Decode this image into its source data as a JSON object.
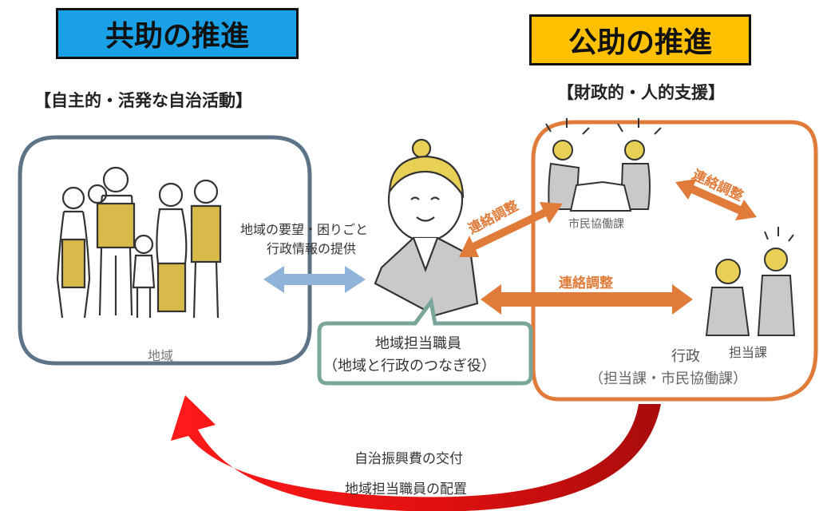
{
  "left_panel": {
    "heading": "共助の推進",
    "subheading": "【自主的・活発な自治活動】",
    "region_label": "地域"
  },
  "right_panel": {
    "heading": "公助の推進",
    "subheading": "【財政的・人的支援】",
    "dept_label_top": "市民協働課",
    "dept_label_person": "担当課",
    "gov_label": "行政",
    "gov_detail": "（担当課・市民協働課）"
  },
  "center": {
    "flow_text_1": "地域の要望・困りごと",
    "flow_text_2": "行政情報の提供",
    "staff_title": "地域担当職員",
    "staff_role": "（地域と行政のつなぎ役）"
  },
  "coordination": {
    "label_diag": "連絡調整",
    "label_right": "連絡調整",
    "label_horizontal": "連絡調整"
  },
  "bottom": {
    "line1": "自治振興費の交付",
    "line2": "地域担当職員の配置"
  },
  "colors": {
    "kyojo_bg": "#1aa0e6",
    "kojo_bg": "#ffc000",
    "region_border": "#5d7386",
    "gov_border": "#e07b39",
    "coord_arrow": "#e07b39",
    "info_arrow": "#8fb3d9",
    "bubble_border": "#7aa59a",
    "curve_arrow": "#e02020"
  }
}
